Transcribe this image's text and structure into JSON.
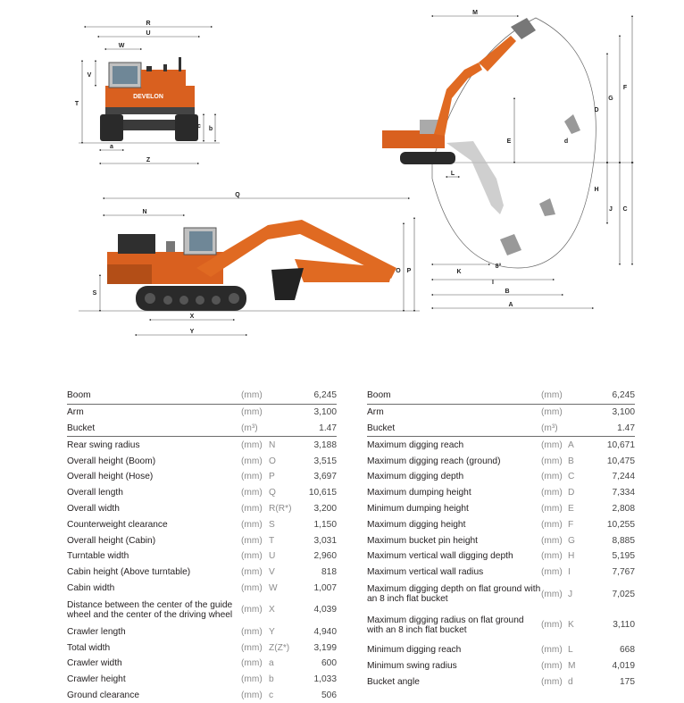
{
  "brand": "DEVELON",
  "diagram_labels": {
    "front": [
      "R",
      "U",
      "W",
      "V",
      "T",
      "b",
      "c",
      "a",
      "Z"
    ],
    "side": [
      "Q",
      "N",
      "O",
      "P",
      "S",
      "X",
      "Y"
    ],
    "range": [
      "M",
      "L",
      "E",
      "D",
      "G",
      "F",
      "H",
      "J",
      "C",
      "K",
      "I",
      "B",
      "A",
      "d"
    ],
    "angle": "8°"
  },
  "left_table": [
    {
      "label": "Boom",
      "unit": "(mm)",
      "code": "",
      "value": "6,245"
    },
    {
      "label": "Arm",
      "unit": "(mm)",
      "code": "",
      "value": "3,100"
    },
    {
      "label": "Bucket",
      "unit": "(m³)",
      "code": "",
      "value": "1.47"
    },
    {
      "label": "Rear swing radius",
      "unit": "(mm)",
      "code": "N",
      "value": "3,188"
    },
    {
      "label": "Overall height (Boom)",
      "unit": "(mm)",
      "code": "O",
      "value": "3,515"
    },
    {
      "label": "Overall height (Hose)",
      "unit": "(mm)",
      "code": "P",
      "value": "3,697"
    },
    {
      "label": "Overall length",
      "unit": "(mm)",
      "code": "Q",
      "value": "10,615"
    },
    {
      "label": "Overall width",
      "unit": "(mm)",
      "code": "R(R*)",
      "value": "3,200"
    },
    {
      "label": "Counterweight clearance",
      "unit": "(mm)",
      "code": "S",
      "value": "1,150"
    },
    {
      "label": "Overall height (Cabin)",
      "unit": "(mm)",
      "code": "T",
      "value": "3,031"
    },
    {
      "label": "Turntable width",
      "unit": "(mm)",
      "code": "U",
      "value": "2,960"
    },
    {
      "label": "Cabin height (Above turntable)",
      "unit": "(mm)",
      "code": "V",
      "value": "818"
    },
    {
      "label": "Cabin width",
      "unit": "(mm)",
      "code": "W",
      "value": "1,007"
    },
    {
      "label": "Distance between the center of the guide wheel and the center of the driving wheel",
      "unit": "(mm)",
      "code": "X",
      "value": "4,039"
    },
    {
      "label": "Crawler length",
      "unit": "(mm)",
      "code": "Y",
      "value": "4,940"
    },
    {
      "label": "Total width",
      "unit": "(mm)",
      "code": "Z(Z*)",
      "value": "3,199"
    },
    {
      "label": "Crawler width",
      "unit": "(mm)",
      "code": "a",
      "value": "600"
    },
    {
      "label": "Crawler height",
      "unit": "(mm)",
      "code": "b",
      "value": "1,033"
    },
    {
      "label": "Ground clearance",
      "unit": "(mm)",
      "code": "c",
      "value": "506"
    }
  ],
  "right_table": [
    {
      "label": "Boom",
      "unit": "(mm)",
      "code": "",
      "value": "6,245"
    },
    {
      "label": "Arm",
      "unit": "(mm)",
      "code": "",
      "value": "3,100"
    },
    {
      "label": "Bucket",
      "unit": "(m³)",
      "code": "",
      "value": "1.47"
    },
    {
      "label": "Maximum digging reach",
      "unit": "(mm)",
      "code": "A",
      "value": "10,671"
    },
    {
      "label": "Maximum digging reach (ground)",
      "unit": "(mm)",
      "code": "B",
      "value": "10,475"
    },
    {
      "label": "Maximum digging depth",
      "unit": "(mm)",
      "code": "C",
      "value": "7,244"
    },
    {
      "label": "Maximum dumping height",
      "unit": "(mm)",
      "code": "D",
      "value": "7,334"
    },
    {
      "label": "Minimum dumping height",
      "unit": "(mm)",
      "code": "E",
      "value": "2,808"
    },
    {
      "label": "Maximum digging height",
      "unit": "(mm)",
      "code": "F",
      "value": "10,255"
    },
    {
      "label": "Maximum bucket pin height",
      "unit": "(mm)",
      "code": "G",
      "value": "8,885"
    },
    {
      "label": "Maximum vertical wall digging depth",
      "unit": "(mm)",
      "code": "H",
      "value": "5,195"
    },
    {
      "label": "Maximum vertical wall radius",
      "unit": "(mm)",
      "code": "I",
      "value": "7,767"
    },
    {
      "label": "Maximum digging depth on flat ground with an 8 inch flat bucket",
      "unit": "(mm)",
      "code": "J",
      "value": "7,025"
    },
    {
      "label": "Maximum digging radius on flat ground with an 8 inch flat bucket",
      "unit": "(mm)",
      "code": "K",
      "value": "3,110"
    },
    {
      "label": "Minimum digging reach",
      "unit": "(mm)",
      "code": "L",
      "value": "668"
    },
    {
      "label": "Minimum swing radius",
      "unit": "(mm)",
      "code": "M",
      "value": "4,019"
    },
    {
      "label": "Bucket angle",
      "unit": "(mm)",
      "code": "d",
      "value": "175"
    }
  ],
  "colors": {
    "machine_orange": "#d9601f",
    "machine_dark": "#2a2a2a",
    "boom_orange": "#e06a22",
    "line": "#555555"
  }
}
